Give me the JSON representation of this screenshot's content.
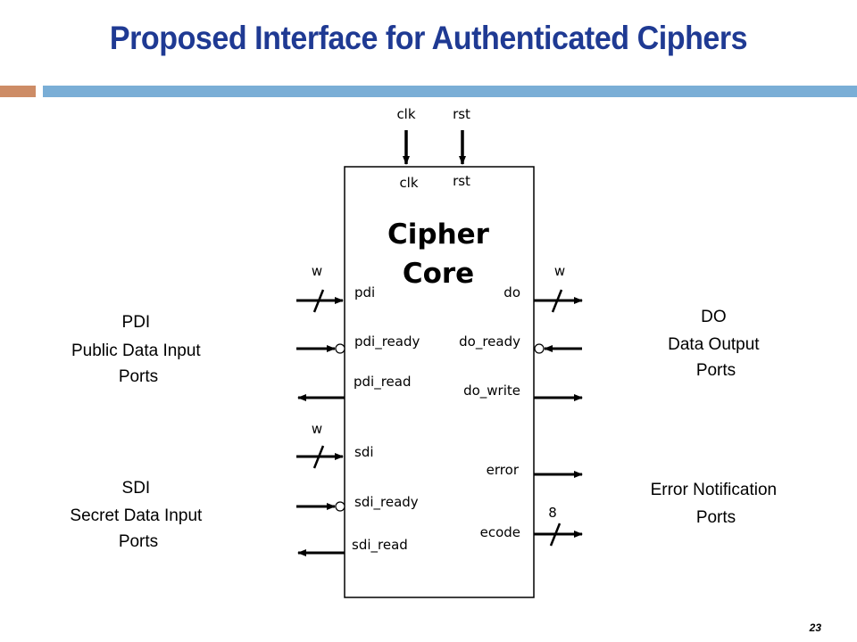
{
  "slide": {
    "title": "Proposed Interface for Authenticated Ciphers",
    "page_number": "23",
    "colors": {
      "title": "#1f3a93",
      "accent_left": "#cd8c66",
      "accent_right": "#7aaed6",
      "lines": "#000000"
    }
  },
  "core": {
    "name_line1": "Cipher",
    "name_line2": "Core"
  },
  "top": {
    "clk_external": "clk",
    "rst_external": "rst",
    "clk_internal": "clk",
    "rst_internal": "rst"
  },
  "pdi": {
    "group_lines": [
      "PDI",
      "Public Data Input",
      "Ports"
    ],
    "width_label": "w",
    "data": "pdi",
    "ready": "pdi_ready",
    "read": "pdi_read"
  },
  "sdi": {
    "group_lines": [
      "SDI",
      "Secret Data Input",
      "Ports"
    ],
    "width_label": "w",
    "data": "sdi",
    "ready": "sdi_ready",
    "read": "sdi_read"
  },
  "do": {
    "group_lines": [
      "DO",
      "Data Output",
      "Ports"
    ],
    "width_label": "w",
    "data": "do",
    "ready": "do_ready",
    "write": "do_write"
  },
  "err": {
    "group_lines": [
      "Error Notification",
      "Ports"
    ],
    "error": "error",
    "ecode": "ecode",
    "ecode_width": "8"
  }
}
